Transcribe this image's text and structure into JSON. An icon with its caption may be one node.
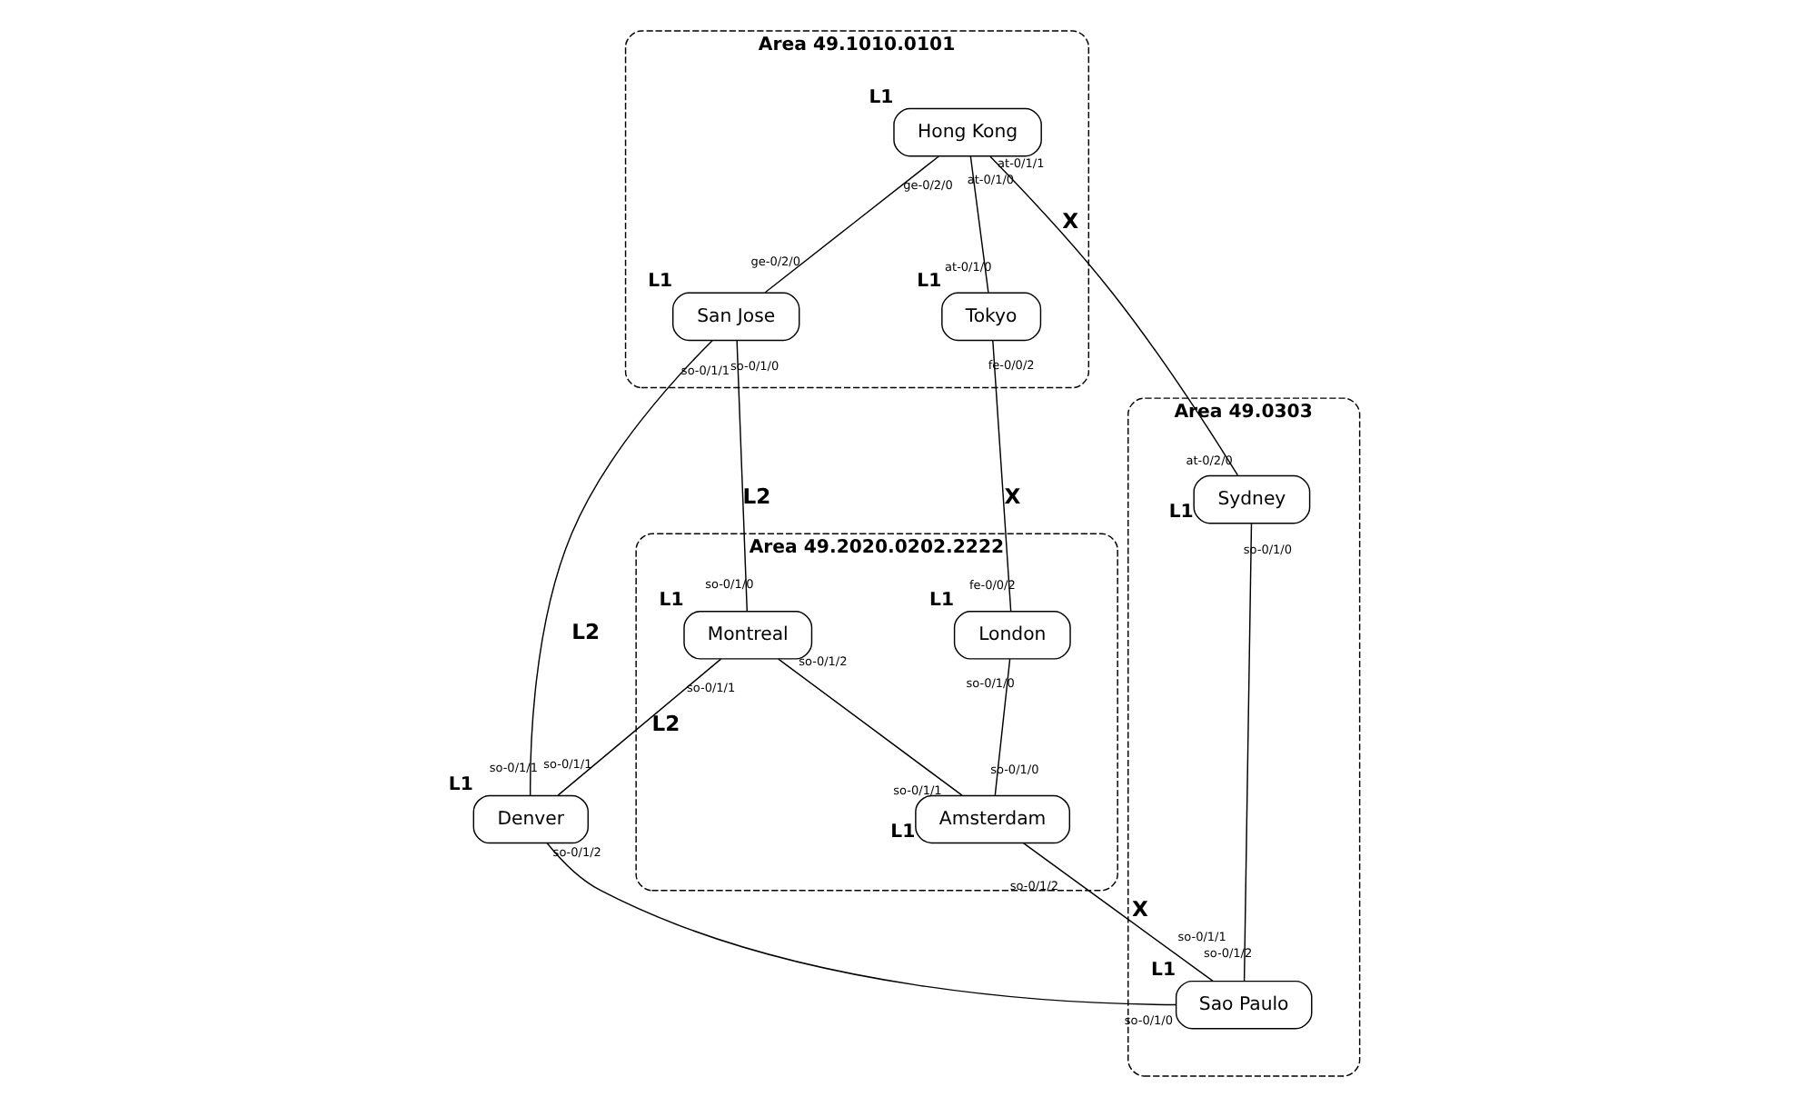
{
  "diagram": {
    "nodes": [
      {
        "text": [
          "Area 49.1010.0101"
        ]
      },
      {
        "text": [
          "Tokyo"
        ],
        "in": 0,
        "beside": [
          "L1"
        ]
      },
      {
        "text": [
          "Hong Kong"
        ],
        "in": 0,
        "beside": [
          "L1"
        ]
      },
      {
        "text": [
          "San Jose"
        ],
        "in": 0,
        "beside": [
          "L1"
        ]
      },
      {
        "text": [
          "Area 49.2020.0202.2222"
        ]
      },
      {
        "text": [
          "London"
        ],
        "in": 4,
        "beside": [
          "L1"
        ]
      },
      {
        "text": [
          "Amsterdam"
        ],
        "in": 4,
        "beside": [
          "L1"
        ]
      },
      {
        "text": [
          "Montreal"
        ],
        "in": 4,
        "beside": [
          "L1"
        ]
      },
      {
        "text": [
          "Denver"
        ],
        "beside": [
          "L1"
        ]
      },
      {
        "text": [
          "Area 49.0303"
        ]
      },
      {
        "text": [
          "Sydney"
        ],
        "in": 9,
        "beside": [
          "L1"
        ]
      },
      {
        "text": [
          "Sao Paulo"
        ],
        "in": 9,
        "beside": [
          "L1"
        ]
      }
    ],
    "edges": [
      {
        "from": 2,
        "to": 1,
        "arrow": "none"
      },
      {
        "from": 1,
        "to": 5,
        "arrow": "none",
        "label": "X"
      },
      {
        "from": 5,
        "to": 6,
        "arrow": "none"
      },
      {
        "from": 2,
        "to": 3,
        "arrow": "none"
      },
      {
        "from": 3,
        "to": 7,
        "arrow": "none",
        "label": "L2"
      },
      {
        "from": 7,
        "to": 6,
        "arrow": "none"
      },
      {
        "from": 2,
        "to": 10,
        "arrow": "none",
        "label": "X"
      },
      {
        "from": 3,
        "to": 8,
        "arrow": "none",
        "label": "L2"
      },
      {
        "from": 7,
        "to": 8,
        "arrow": "none",
        "label": "L2"
      },
      {
        "from": 6,
        "to": 11,
        "arrow": "none",
        "label": "X"
      },
      {
        "from": 8,
        "to": 11,
        "arrow": "none"
      },
      {
        "from": 10,
        "to": 11,
        "arrow": "none"
      }
    ],
    "labels": [
      "at-0/1/0",
      "at-0/1/0",
      "fe-0/0/2",
      "fe-0/0/2",
      "so-0/1/0",
      "so-0/1/0",
      "ge-0/2/0",
      "ge-0/2/0",
      "so-0/1/0",
      "so-0/1/0",
      "so-0/1/2",
      "so-0/1/1",
      "at-0/1/1",
      "at-0/2/0",
      "so-0/1/1",
      "so-0/1/1",
      "so-0/1/1",
      "so-0/1/1",
      "so-0/1/2",
      "so-0/1/1",
      "so-0/1/2",
      "so-0/1/0",
      "so-0/1/0",
      "so-0/1/2"
    ]
  }
}
